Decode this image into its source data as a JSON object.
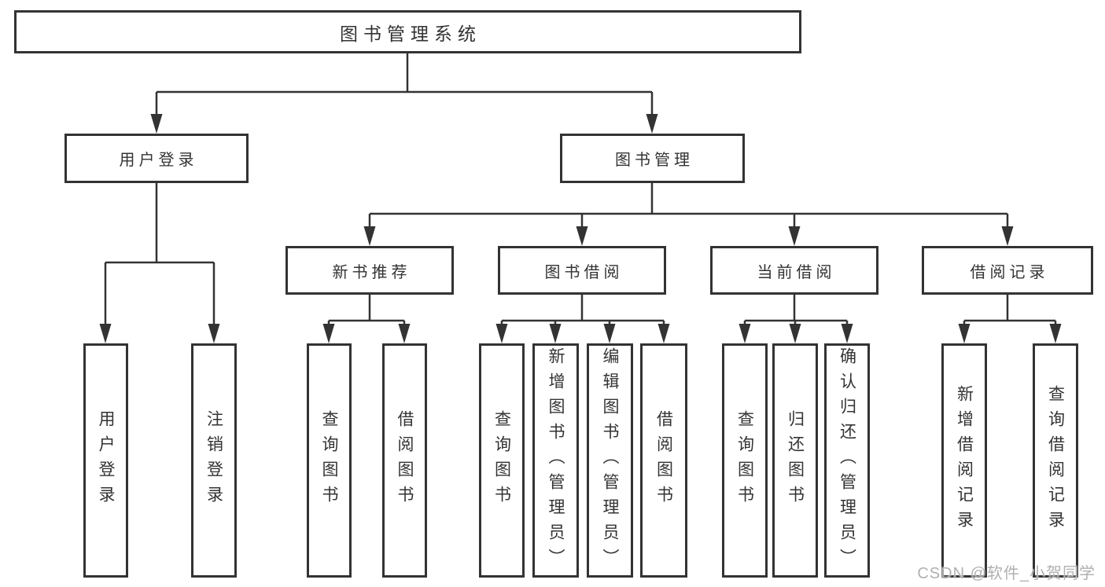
{
  "tree": {
    "root": {
      "label": "图书管理系统"
    },
    "level2": [
      {
        "label": "用户登录",
        "leaves": [
          {
            "label": "用户登录"
          },
          {
            "label": "注销登录"
          }
        ]
      },
      {
        "label": "图书管理",
        "level3": [
          {
            "label": "新书推荐",
            "leaves": [
              {
                "label": "查询图书"
              },
              {
                "label": "借阅图书"
              }
            ]
          },
          {
            "label": "图书借阅",
            "leaves": [
              {
                "label": "查询图书"
              },
              {
                "label": "新增图书（管理员）"
              },
              {
                "label": "编辑图书（管理员）"
              },
              {
                "label": "借阅图书"
              }
            ]
          },
          {
            "label": "当前借阅",
            "leaves": [
              {
                "label": "查询图书"
              },
              {
                "label": "归还图书"
              },
              {
                "label": "确认归还（管理员）"
              }
            ]
          },
          {
            "label": "借阅记录",
            "leaves": [
              {
                "label": "新增借阅记录"
              },
              {
                "label": "查询借阅记录"
              }
            ]
          }
        ]
      }
    ]
  },
  "watermark": {
    "label": "CSDN @软件_小贺同学"
  },
  "colors": {
    "line": "#333333",
    "text": "#333333",
    "watermark": "#b0b0b0",
    "background": "#ffffff"
  }
}
